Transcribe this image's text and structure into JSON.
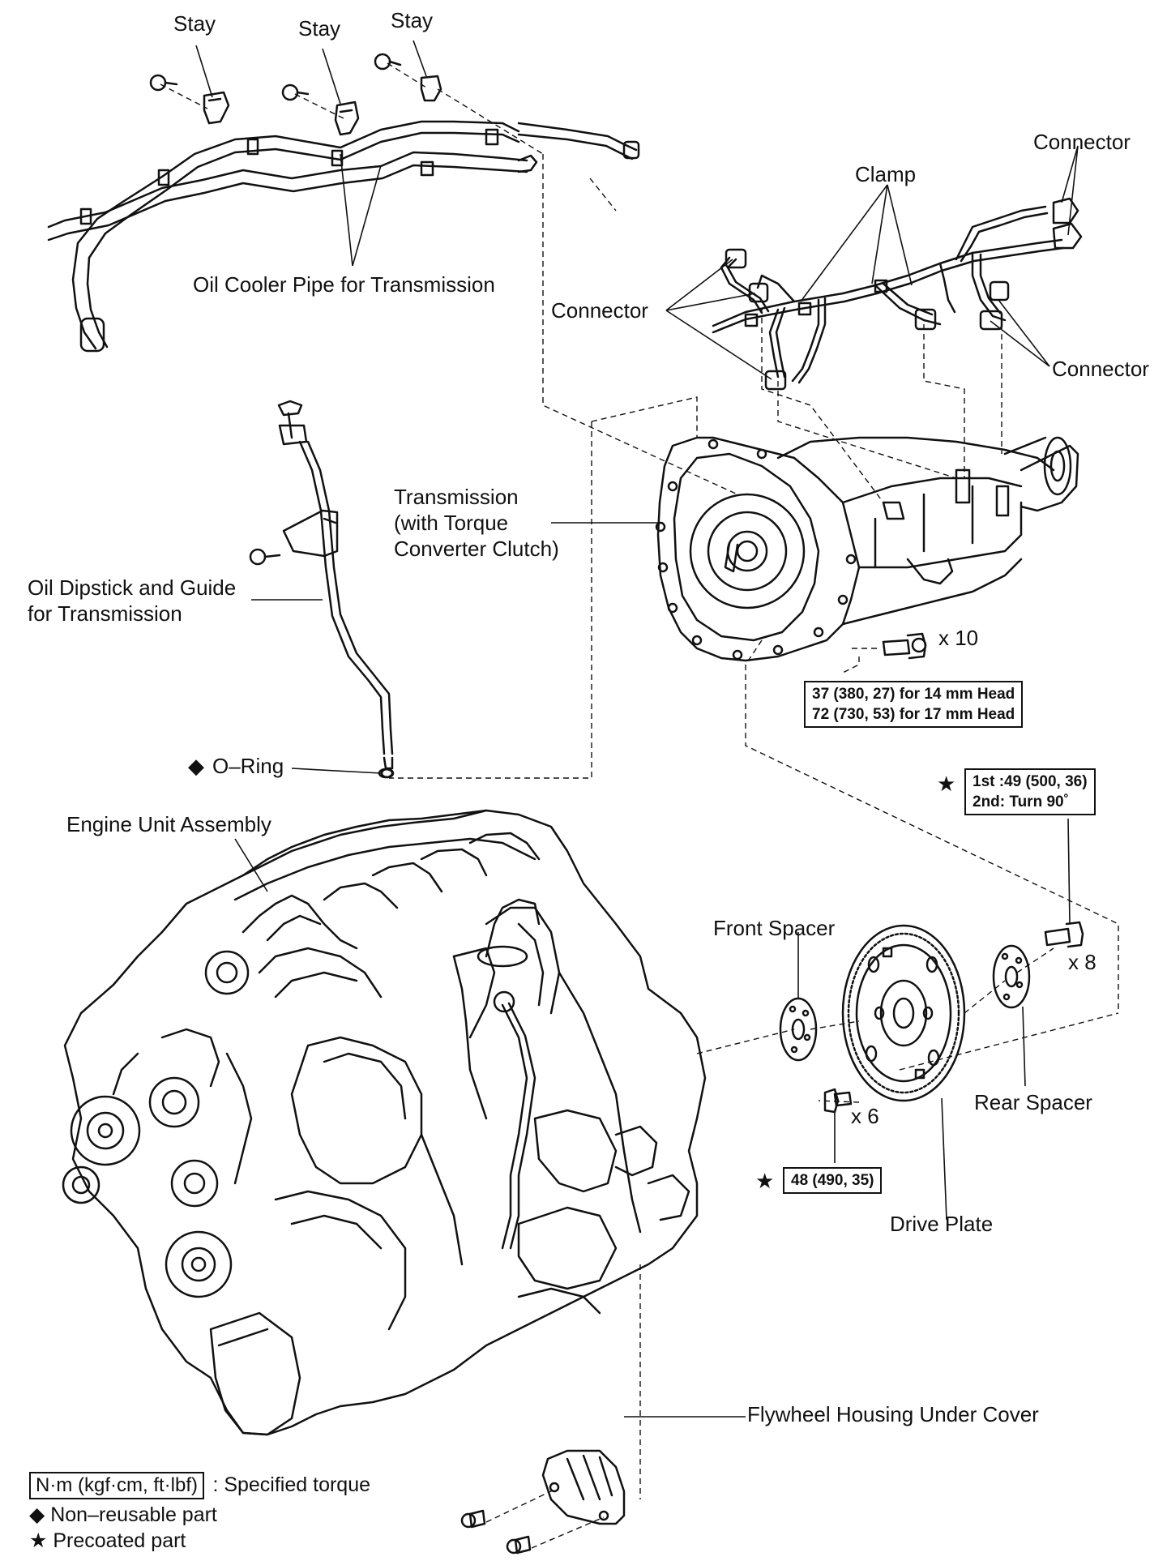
{
  "labels": {
    "stay_1": "Stay",
    "stay_2": "Stay",
    "stay_3": "Stay",
    "oil_cooler_pipe": "Oil Cooler Pipe for Transmission",
    "clamp": "Clamp",
    "connector_top": "Connector",
    "connector_left": "Connector",
    "connector_right": "Connector",
    "transmission_1": "Transmission",
    "transmission_2": "(with Torque",
    "transmission_3": "Converter Clutch)",
    "dipstick_1": "Oil Dipstick and Guide",
    "dipstick_2": "for Transmission",
    "o_ring": "O–Ring",
    "engine_unit": "Engine Unit Assembly",
    "front_spacer": "Front Spacer",
    "rear_spacer": "Rear Spacer",
    "drive_plate": "Drive Plate",
    "flywheel_cover": "Flywheel Housing Under Cover",
    "qty_x10": "x 10",
    "qty_x8": "x 8",
    "qty_x6": "x 6"
  },
  "torque": {
    "trans_bolt_1": "37 (380, 27) for 14 mm Head",
    "trans_bolt_2": "72 (730, 53) for 17 mm Head",
    "drive_plate_1": "1st :49 (500, 36)",
    "drive_plate_2": "2nd: Turn 90˚",
    "spacer_bolt": "48 (490, 35)"
  },
  "symbols": {
    "diamond": "◆",
    "star": "★"
  },
  "legend": {
    "torque_box": "N·m (kgf·cm, ft·lbf)",
    "torque_text": ": Specified torque",
    "nonreusable": "Non–reusable part",
    "precoated": "Precoated part"
  }
}
